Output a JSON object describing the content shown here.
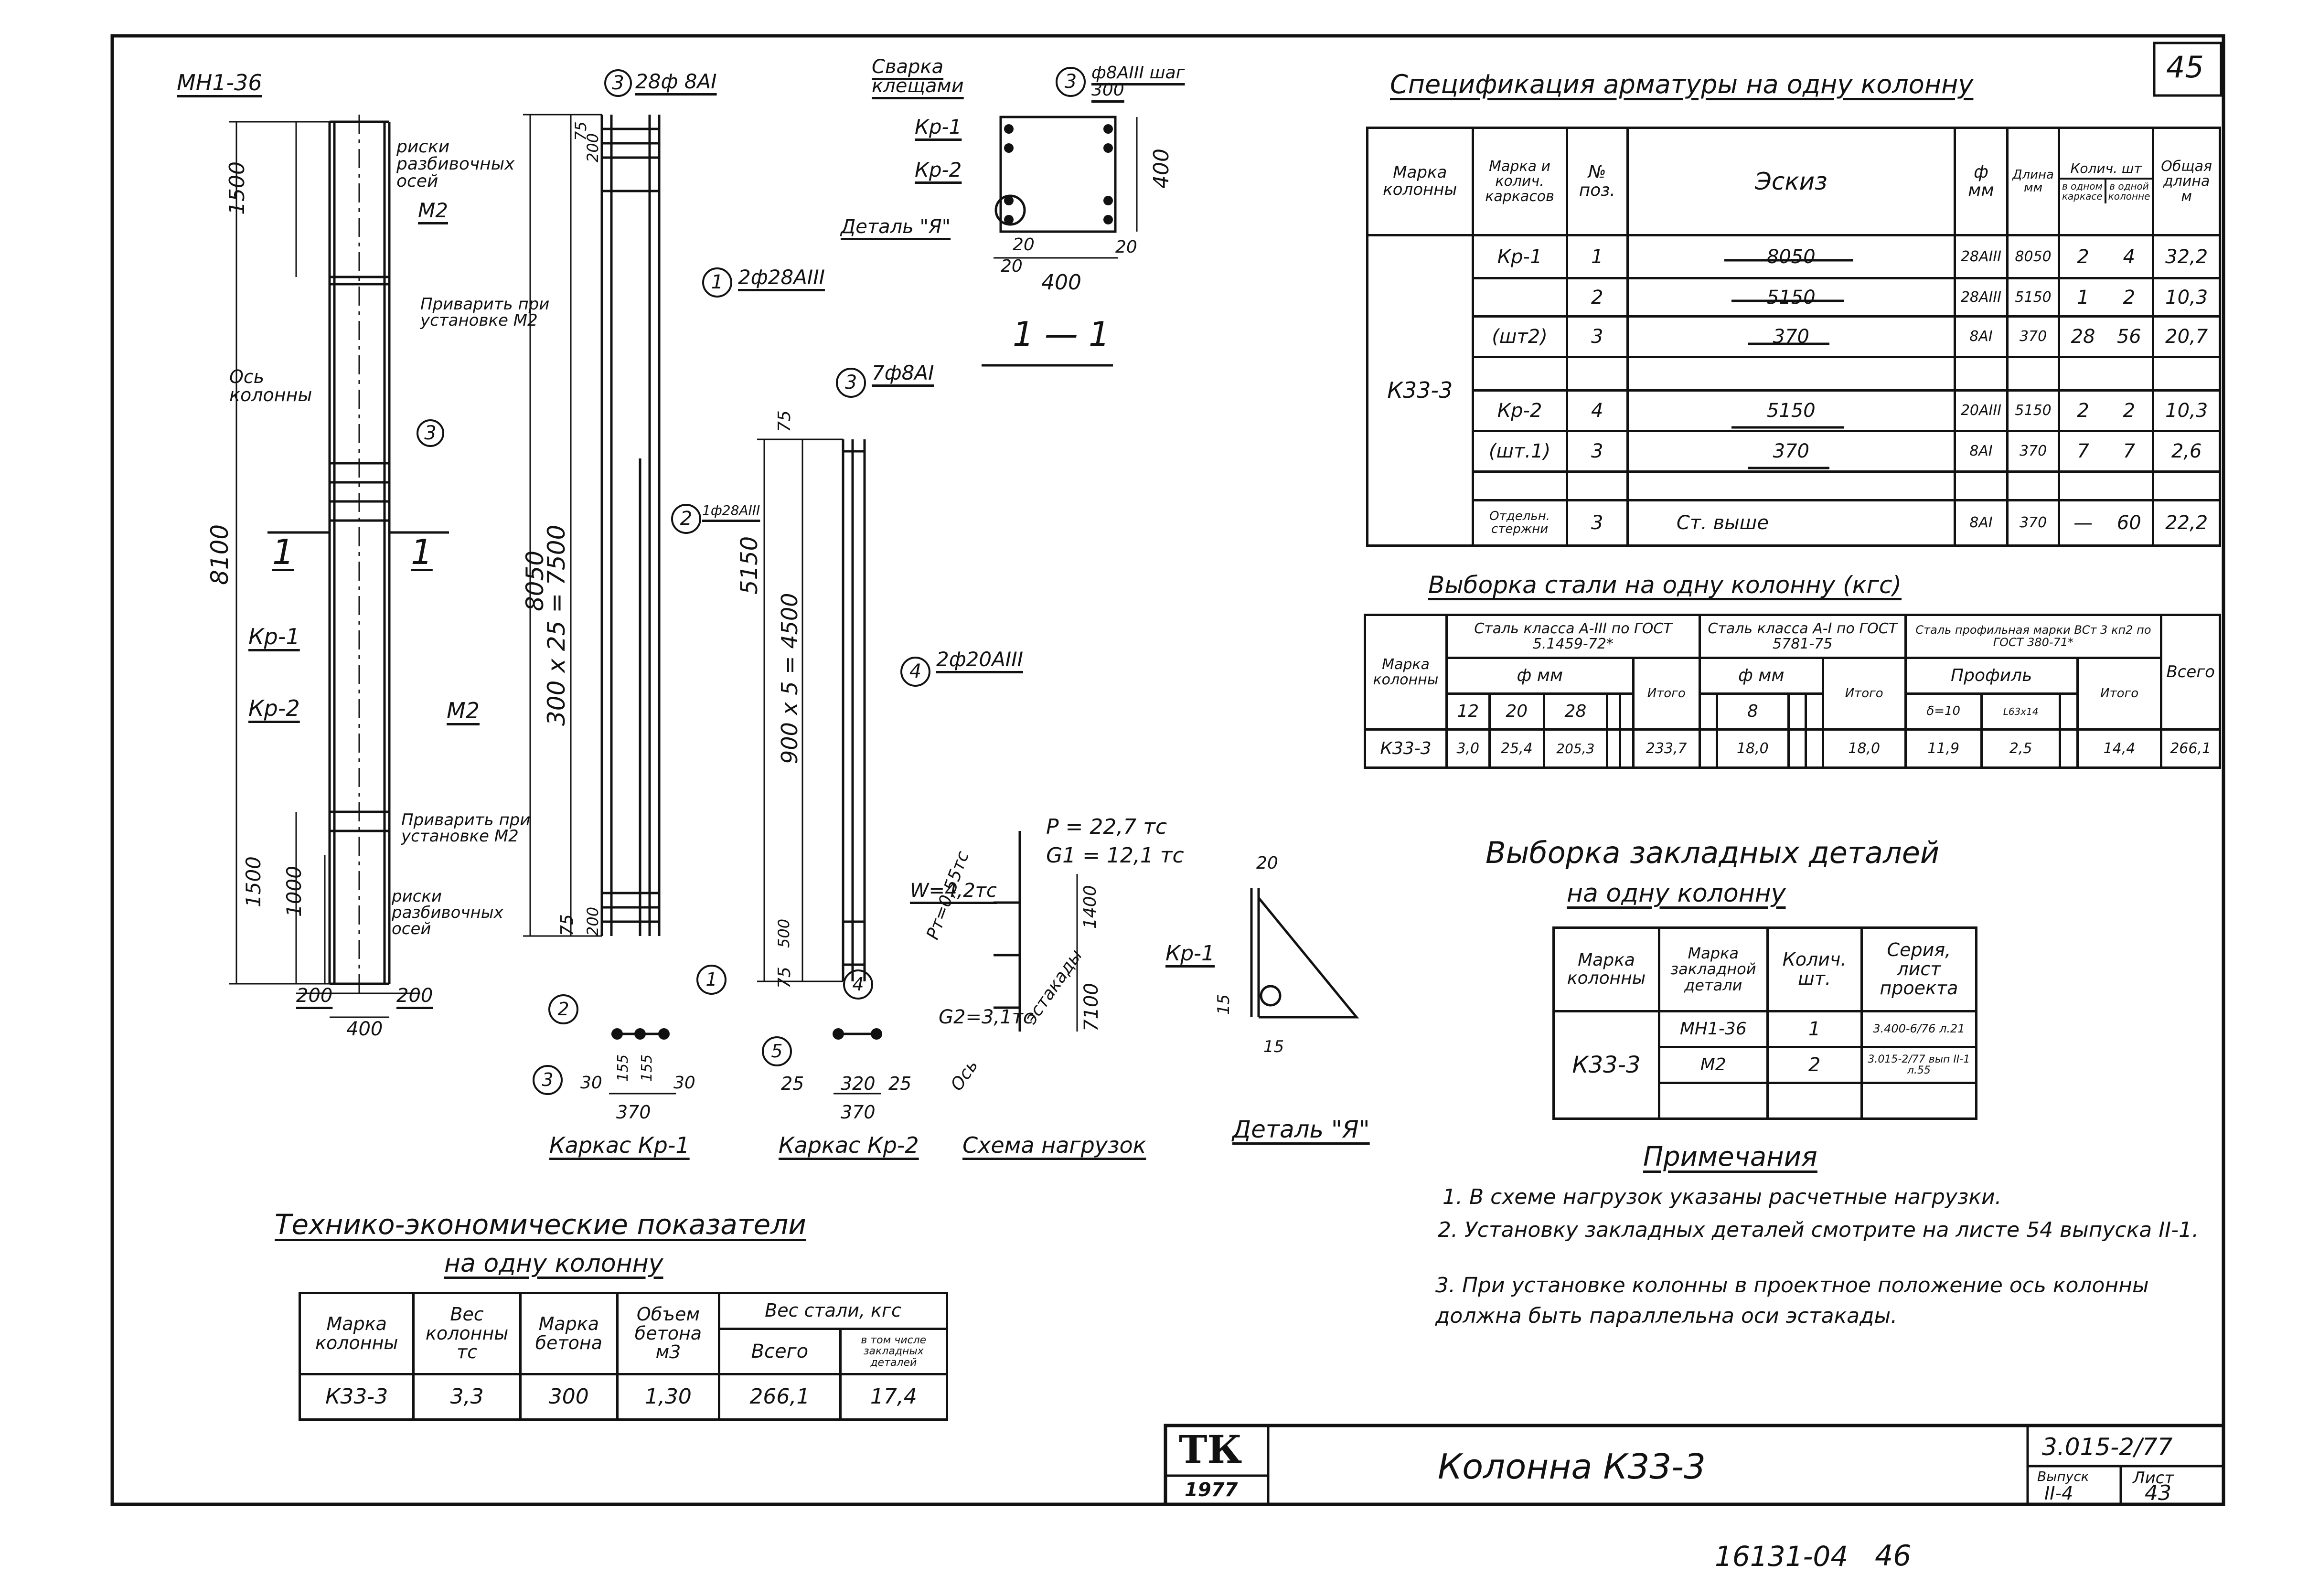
{
  "sheet": {
    "page_number": "45",
    "stamp_number": "16131-04",
    "stamp_page": "46"
  },
  "column_view": {
    "mark_top": "МН1-36",
    "rebar_text": "риски разбивочных осей",
    "m2_top": "М2",
    "weld_note_1": "Приварить при установке М2",
    "axis_label": "Ось колонны",
    "callout_3": "3",
    "dim_1500_top": "1500",
    "dim_8100": "8100",
    "section_1_left": "1",
    "section_1_right": "1",
    "kr1": "Кр-1",
    "kr2": "Кр-2",
    "m2_bottom": "М2",
    "weld_note_2": "Приварить при установке М2",
    "rebar_text_2": "риски разбивочных осей",
    "dim_1500_bottom": "1500",
    "dim_1000": "1000",
    "dim_200_left": "200",
    "dim_200_right": "200",
    "dim_400": "400"
  },
  "frame_kr1_view": {
    "callout_3_label": "3",
    "callout_3_text": "28ф 8АI",
    "callout_1_label": "1",
    "callout_1_text": "2ф28АIII",
    "callout_2_label": "2",
    "callout_2_text": "1ф28АIII",
    "dim_8050": "8050",
    "dim_spacing": "300 x 25 = 7500",
    "dim_75_top": "75",
    "dim_200_top": "200",
    "dim_75_bottom": "75",
    "dim_200_bottom": "200"
  },
  "frame_kr2_view": {
    "callout_3_label": "3",
    "callout_3_text": "7ф8АI",
    "callout_4_label": "4",
    "callout_4_text": "2ф20АIII",
    "dim_5150": "5150",
    "dim_spacing": "900 x 5 = 4500",
    "dim_75_top": "75",
    "dim_500": "500",
    "dim_75_bottom": "75"
  },
  "section_1_1": {
    "weld_label": "Сварка клещами",
    "kr1": "Кр-1",
    "kr2": "Кр-2",
    "detail_label": "Деталь \"Я\"",
    "callout_3_label": "3",
    "callout_3_text": "ф8АIII шаг 300",
    "dim_400_side": "400",
    "dim_20_a": "20",
    "dim_20_b": "20",
    "dim_20_c": "20",
    "dim_400_bottom": "400",
    "title": "1 — 1"
  },
  "kr1_section": {
    "callout_2": "2",
    "callout_1": "1",
    "callout_3": "3",
    "dim_30_left": "30",
    "dim_155_a": "155",
    "dim_155_b": "155",
    "dim_30_right": "30",
    "dim_370": "370",
    "title": "Каркас Кр-1"
  },
  "kr2_section": {
    "callout_4": "4",
    "callout_5": "5",
    "dim_25_left": "25",
    "dim_320": "320",
    "dim_25_right": "25",
    "dim_370": "370",
    "title": "Каркас Кр-2"
  },
  "load_scheme": {
    "p": "P = 22,7 тс",
    "g1": "G1 = 12,1 тс",
    "w": "W=4,2тс",
    "pt": "Pт=0,55тс",
    "g2": "G2=3,1тс",
    "trestle": "эстакады",
    "axis": "Ось",
    "dim_1400": "1400",
    "dim_7100": "7100",
    "title": "Схема нагрузок"
  },
  "detail_ya": {
    "dim_20": "20",
    "kr1": "Кр-1",
    "dim_15_a": "15",
    "dim_15_b": "15",
    "title": "Деталь \"Я\""
  },
  "spec_table": {
    "title": "Спецификация арматуры на одну колонну",
    "headers": {
      "col_mark": "Марка колонны",
      "frame_mark": "Марка и колич. каркасов",
      "pos": "№ поз.",
      "sketch": "Эскиз",
      "diam": "ф мм",
      "length": "Длина мм",
      "count": "Колич. шт",
      "in_frame": "в одном каркасе",
      "in_column": "в одной колонне",
      "total_len": "Общая длина м"
    },
    "column_mark": "К33-3",
    "rows": [
      {
        "frame": "Кр-1",
        "pos": "1",
        "sketch": "8050",
        "diam": "28АIII",
        "len": "8050",
        "in_frame": "2",
        "in_col": "4",
        "total": "32,2"
      },
      {
        "frame": "",
        "pos": "2",
        "sketch": "5150",
        "diam": "28АIII",
        "len": "5150",
        "in_frame": "1",
        "in_col": "2",
        "total": "10,3"
      },
      {
        "frame": "(шт2)",
        "pos": "3",
        "sketch": "370",
        "diam": "8АI",
        "len": "370",
        "in_frame": "28",
        "in_col": "56",
        "total": "20,7"
      },
      {
        "frame": "",
        "pos": "",
        "sketch": "",
        "diam": "",
        "len": "",
        "in_frame": "",
        "in_col": "",
        "total": ""
      },
      {
        "frame": "Кр-2",
        "pos": "4",
        "sketch": "5150",
        "diam": "20АIII",
        "len": "5150",
        "in_frame": "2",
        "in_col": "2",
        "total": "10,3"
      },
      {
        "frame": "(шт.1)",
        "pos": "3",
        "sketch": "370",
        "diam": "8АI",
        "len": "370",
        "in_frame": "7",
        "in_col": "7",
        "total": "2,6"
      },
      {
        "frame": "",
        "pos": "",
        "sketch": "",
        "diam": "",
        "len": "",
        "in_frame": "",
        "in_col": "",
        "total": ""
      },
      {
        "frame": "Отдельн. стержни",
        "pos": "3",
        "sketch": "Ст. выше",
        "diam": "8АI",
        "len": "370",
        "in_frame": "—",
        "in_col": "60",
        "total": "22,2"
      }
    ]
  },
  "steel_table": {
    "title": "Выборка стали на одну колонну (кгс)",
    "h_mark": "Марка колонны",
    "h_a3": "Сталь класса А-III по ГОСТ 5.1459-72*",
    "h_a1": "Сталь класса А-I по ГОСТ 5781-75",
    "h_profile": "Сталь профильная марки ВСт 3 кп2 по ГОСТ 380-71*",
    "h_dmm_1": "ф мм",
    "h_dmm_2": "ф мм",
    "h_prof": "Профиль",
    "h_total_1": "Итого",
    "h_total_2": "Итого",
    "h_total_3": "Итого",
    "h_all": "Всего",
    "d12": "12",
    "d20": "20",
    "d28": "28",
    "d8": "8",
    "p1": "δ=10",
    "p2": "L63x14",
    "mark": "К33-3",
    "v12": "3,0",
    "v20": "25,4",
    "v28": "205,3",
    "vt1": "233,7",
    "v8": "18,0",
    "vt2": "18,0",
    "vp1": "11,9",
    "vp2": "2,5",
    "vt3": "14,4",
    "vall": "266,1"
  },
  "embedded_table": {
    "title_1": "Выборка закладных деталей",
    "title_2": "на одну колонну",
    "h_col": "Марка колонны",
    "h_det": "Марка закладной детали",
    "h_qty": "Колич. шт.",
    "h_series": "Серия, лист проекта",
    "mark": "К33-3",
    "rows": [
      {
        "det": "МН1-36",
        "qty": "1",
        "series": "3.400-6/76 л.21"
      },
      {
        "det": "М2",
        "qty": "2",
        "series": "3.015-2/77 вып II-1 л.55"
      },
      {
        "det": "",
        "qty": "",
        "series": ""
      }
    ]
  },
  "notes": {
    "title": "Примечания",
    "items": [
      "1. В схеме нагрузок указаны расчетные нагрузки.",
      "2. Установку закладных деталей смотрите на листе 54 выпуска II-1.",
      "3. При установке колонны в проектное положение ось колонны должна быть параллельна оси эстакады."
    ]
  },
  "tech_table": {
    "title_1": "Технико-экономические показатели",
    "title_2": "на одну колонну",
    "h_mark": "Марка колонны",
    "h_weight": "Вес колонны тс",
    "h_concrete": "Марка бетона",
    "h_volume": "Объем бетона м3",
    "h_steel": "Вес стали, кгс",
    "h_all": "Всего",
    "h_incl": "в том числе закладных деталей",
    "mark": "К33-3",
    "weight": "3,3",
    "concrete": "300",
    "volume": "1,30",
    "steel_all": "266,1",
    "steel_incl": "17,4"
  },
  "title_block": {
    "logo": "ТК",
    "year": "1977",
    "name": "Колонна К33-3",
    "series": "3.015-2/77",
    "h_issue": "Выпуск",
    "h_sheet": "Лист",
    "issue": "II-4",
    "sheet": "43"
  }
}
